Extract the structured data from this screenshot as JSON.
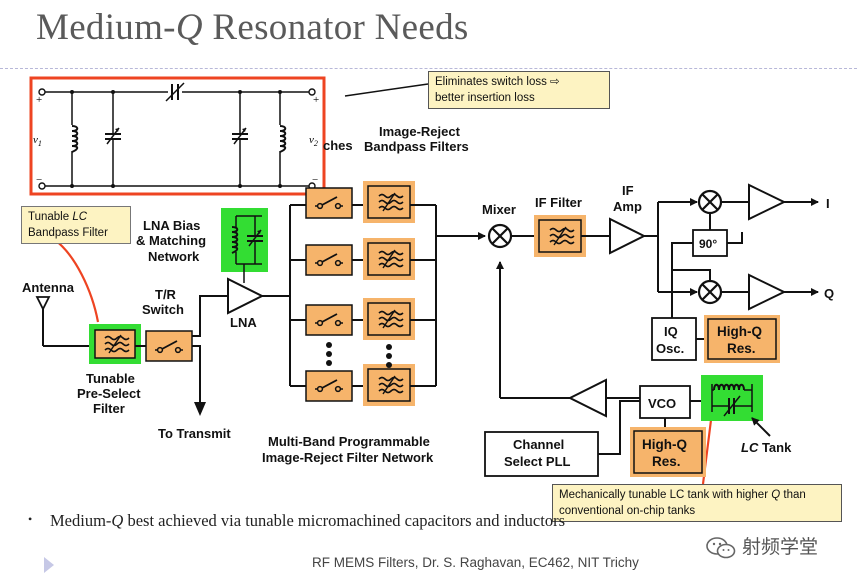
{
  "slide": {
    "title_pre": "Medium-",
    "title_q": "Q",
    "title_post": " Resonator Needs"
  },
  "callouts": {
    "switch_loss_line1": "Eliminates switch loss ⇨",
    "switch_loss_line2": "better insertion loss",
    "tunable_lc_line1_pre": "Tunable ",
    "tunable_lc_line1_it": "LC",
    "tunable_lc_line2": "Bandpass Filter",
    "lc_tank_line1_pre": "Mechanically tunable LC tank with higher ",
    "lc_tank_line1_it": "Q",
    "lc_tank_line1_post": " than",
    "lc_tank_line2": "conventional on-chip tanks"
  },
  "circuit": {
    "v1": "v",
    "v1_sub": "1",
    "v2": "v",
    "v2_sub": "2",
    "plus": "+",
    "minus": "−"
  },
  "labels": {
    "antenna": "Antenna",
    "tunable": "Tunable",
    "preselect": "Pre-Select",
    "filter": "Filter",
    "tr": "T/R",
    "switch": "Switch",
    "to_transmit": "To Transmit",
    "lna_bias": "LNA Bias",
    "matching": "& Matching",
    "network": "Network",
    "lna": "LNA",
    "switches_partial": "ches",
    "image_reject": "Image-Reject",
    "bandpass_filters": "Bandpass Filters",
    "multiband1": "Multi-Band Programmable",
    "multiband2": "Image-Reject Filter Network",
    "mixer": "Mixer",
    "if_filter": "IF Filter",
    "if": "IF",
    "amp": "Amp",
    "phase90": "90°",
    "i_out": "I",
    "q_out": "Q",
    "iq": "IQ",
    "osc": "Osc.",
    "high_q": "High-Q",
    "res": "Res.",
    "vco": "VCO",
    "channel": "Channel",
    "select_pll": "Select PLL",
    "lc_tank_pre": "LC",
    "lc_tank_post": " Tank"
  },
  "bullet": {
    "pre": "Medium-",
    "q": "Q",
    "post": " best achieved via tunable micromachined capacitors and inductors"
  },
  "footer": {
    "text": "RF MEMS Filters, Dr. S. Raghavan, EC462, NIT Trichy"
  },
  "watermark": {
    "text": "射频学堂"
  },
  "colors": {
    "block_orange": "#f6b46b",
    "highlight_green": "#33dd33",
    "callout_red": "#ee4422",
    "callout_fill": "#fdf3c2",
    "title_gray": "#5a5a5a"
  }
}
